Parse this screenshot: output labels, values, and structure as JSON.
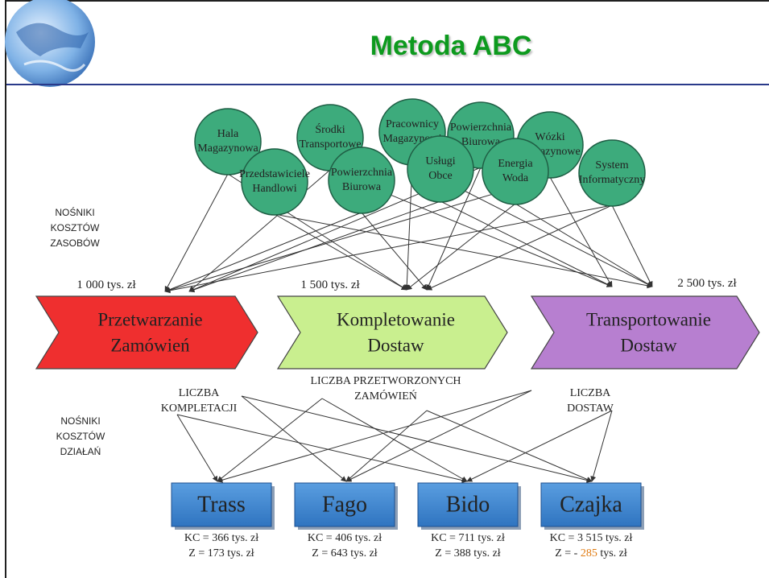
{
  "title": "Metoda ABC",
  "colors": {
    "title": "#0d9a1e",
    "resource_fill": "#3dab7c",
    "activity_1": "#ef2f2f",
    "activity_2": "#c9ef8f",
    "activity_3": "#b77fd0",
    "object_fill": "#3f86d0",
    "negative": "#e07a10"
  },
  "logo": "globe-logo",
  "resource_drivers_label": [
    "NOŚNIKI",
    "KOSZTÓW",
    "ZASOBÓW"
  ],
  "activity_drivers_label": [
    "NOŚNIKI",
    "KOSZTÓW",
    "DZIAŁAŃ"
  ],
  "resources": [
    {
      "lines": [
        "Hala",
        "Magazynowa"
      ]
    },
    {
      "lines": [
        "Środki",
        "Transportowe"
      ]
    },
    {
      "lines": [
        "Pracownicy",
        "Magazynowi"
      ]
    },
    {
      "lines": [
        "Powierzchnia",
        "Biurowa"
      ]
    },
    {
      "lines": [
        "Wózki",
        "Magazynowe"
      ]
    },
    {
      "lines": [
        "Przedstawiciele",
        "Handlowi"
      ]
    },
    {
      "lines": [
        "Powierzchnia",
        "Biurowa"
      ]
    },
    {
      "lines": [
        "Usługi",
        "Obce"
      ]
    },
    {
      "lines": [
        "Energia",
        "Woda"
      ]
    },
    {
      "lines": [
        "System",
        "Informatyczny"
      ]
    }
  ],
  "activities": [
    {
      "lines": [
        "Przetwarzanie",
        "Zamówień"
      ],
      "cost": "1 000 tys. zł"
    },
    {
      "lines": [
        "Kompletowanie",
        "Dostaw"
      ],
      "cost": "1 500 tys. zł"
    },
    {
      "lines": [
        "Transportowanie",
        "Dostaw"
      ],
      "cost": "2 500 tys. zł"
    }
  ],
  "activity_drivers": [
    {
      "lines": [
        "LICZBA",
        "KOMPLETACJI"
      ]
    },
    {
      "lines": [
        "LICZBA PRZETWORZONYCH",
        "ZAMÓWIEŃ"
      ]
    },
    {
      "lines": [
        "LICZBA",
        "DOSTAW"
      ]
    }
  ],
  "cost_objects": [
    {
      "name": "Trass",
      "kc": "KC = 366 tys. zł",
      "z": "Z = 173 tys. zł",
      "z_negative": false
    },
    {
      "name": "Fago",
      "kc": "KC = 406 tys. zł",
      "z": "Z = 643 tys. zł",
      "z_negative": false
    },
    {
      "name": "Bido",
      "kc": "KC = 711 tys. zł",
      "z": "Z = 388 tys. zł",
      "z_negative": false
    },
    {
      "name": "Czajka",
      "kc": "KC = 3 515 tys. zł",
      "z_prefix": "Z = -",
      "z_value": "285",
      "z_suffix": "tys. zł",
      "z_negative": true
    }
  ]
}
